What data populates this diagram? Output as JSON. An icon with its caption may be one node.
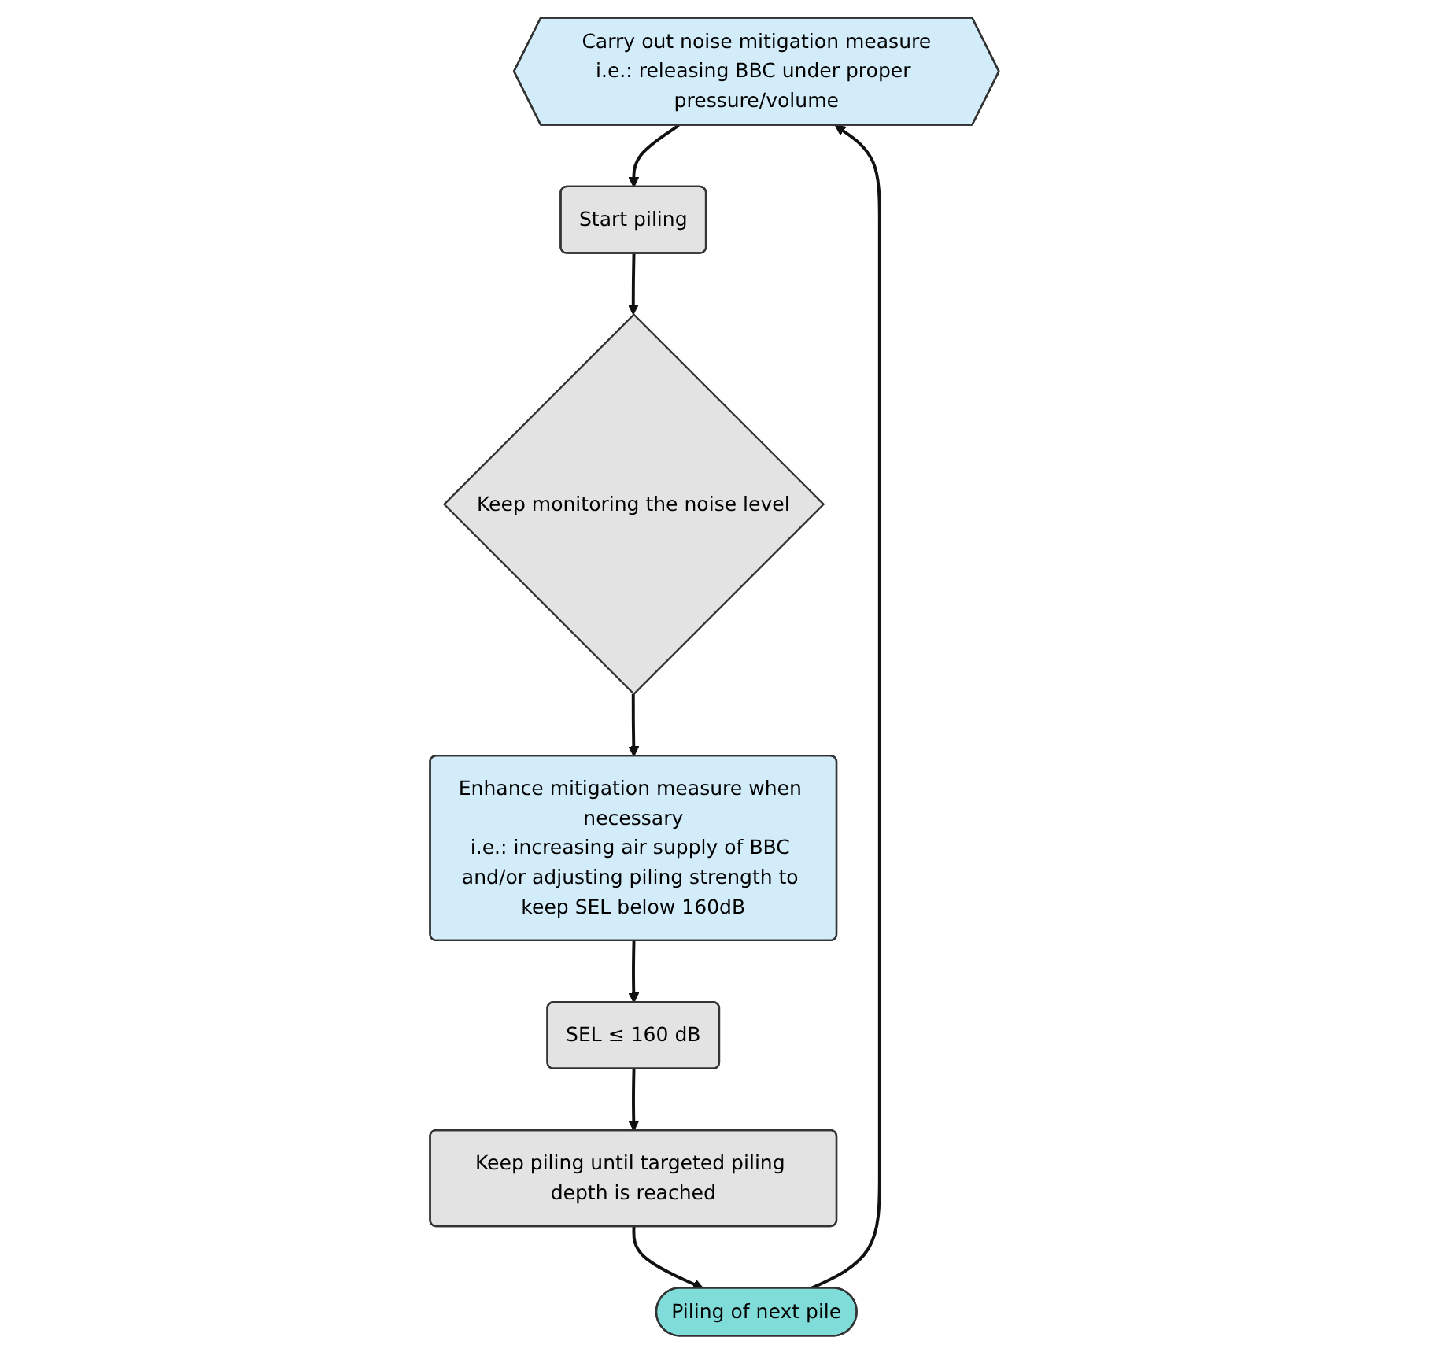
{
  "diagram": {
    "nodes": [
      {
        "text": [
          "Carry out noise mitigation measure",
          "i.e.: releasing BBC under proper pressure/volume"
        ]
      },
      {
        "text": [
          "Start piling"
        ]
      },
      {
        "text": [
          "Keep monitoring the noise level"
        ]
      },
      {
        "text": [
          "Enhance mitigation measure when necessary",
          "i.e.: increasing air supply of BBC and/or adjusting piling strength to keep SEL below 160dB"
        ]
      },
      {
        "text": [
          "SEL ≤ 160 dB"
        ]
      },
      {
        "text": [
          "Keep piling until targeted piling depth is reached"
        ]
      },
      {
        "text": [
          "Piling of next pile"
        ]
      }
    ],
    "edges": [
      {
        "from": 0,
        "to": 1,
        "arrow": "to"
      },
      {
        "from": 1,
        "to": 2,
        "arrow": "to"
      },
      {
        "from": 2,
        "to": 3,
        "arrow": "to"
      },
      {
        "from": 3,
        "to": 4,
        "arrow": "to"
      },
      {
        "from": 4,
        "to": 5,
        "arrow": "to"
      },
      {
        "from": 5,
        "to": 6,
        "arrow": "to"
      },
      {
        "from": 6,
        "to": 0,
        "arrow": "to"
      }
    ]
  }
}
